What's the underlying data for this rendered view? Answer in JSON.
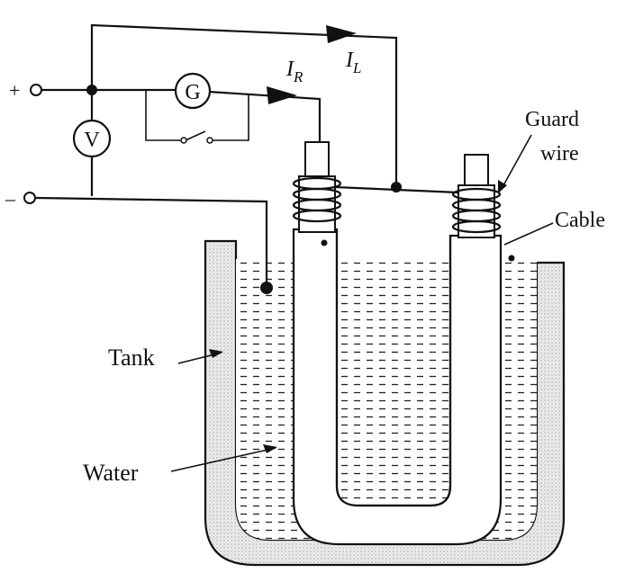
{
  "labels": {
    "plus": "+",
    "minus": "–",
    "voltmeter": "V",
    "galvanometer": "G",
    "current_r_main": "I",
    "current_r_sub": "R",
    "current_l_main": "I",
    "current_l_sub": "L",
    "guard_wire_line1": "Guard",
    "guard_wire_line2": "wire",
    "cable": "Cable",
    "tank": "Tank",
    "water": "Water"
  },
  "colors": {
    "ink": "#111111",
    "tank_fill": "#e6e6e6",
    "paper": "#ffffff"
  }
}
